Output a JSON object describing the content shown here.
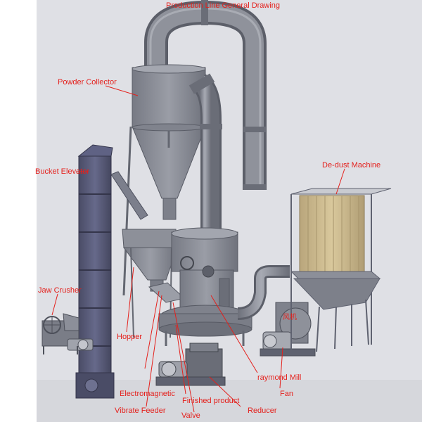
{
  "title": "Production Line General Drawing",
  "labels": {
    "powder_collector": "Powder Collector",
    "bucket_elevator": "Bucket Elevator",
    "de_dust_machine": "De-dust Machine",
    "jaw_crusher": "Jaw Crusher",
    "hopper": "Hopper",
    "electromagnetic": "Electromagnetic",
    "vibrate_feeder": "Vibrate Feeder",
    "finished_product": "Finished product",
    "valve": "Valve",
    "reducer": "Reducer",
    "raymond_mill": "raymond Mill",
    "fan": "Fan",
    "chinese_mark": "风机"
  },
  "colors": {
    "label_text": "#e4201c",
    "leader_line": "#e4201c",
    "background": "#dfe0e5",
    "machine_body": "#8a8d96",
    "machine_dark": "#5d606a",
    "elevator": "#585a78",
    "filter_bags": "#c8b48a"
  }
}
